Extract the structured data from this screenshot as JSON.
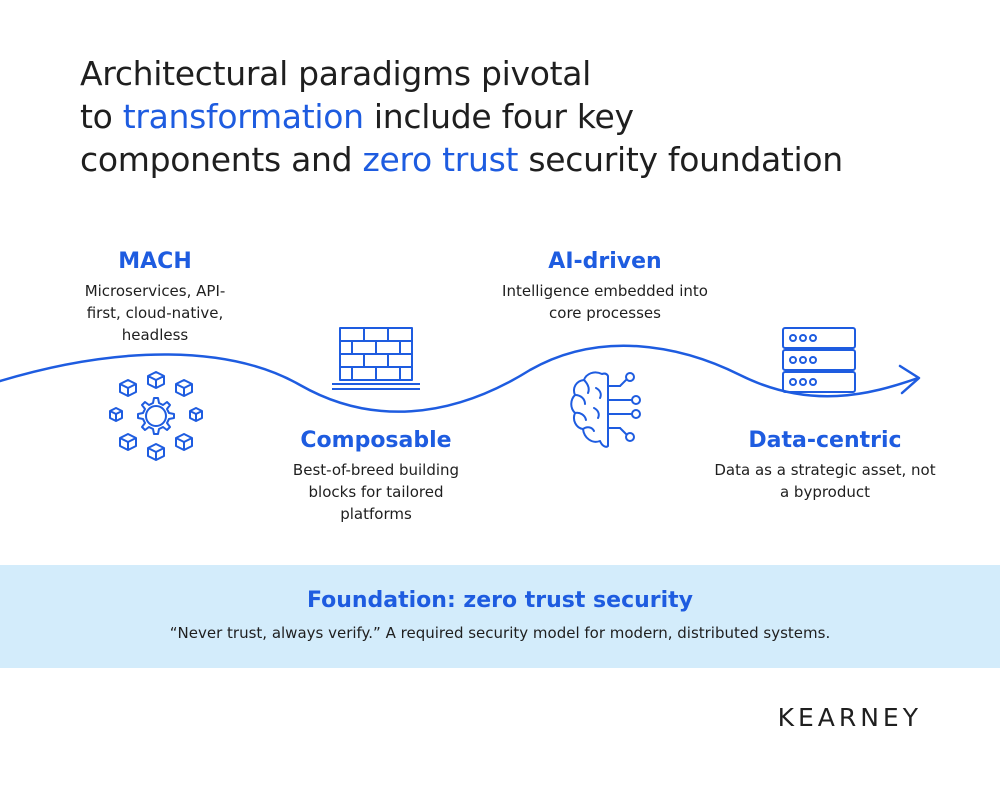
{
  "headline": {
    "line1": "Architectural paradigms pivotal",
    "line2_pre": "to ",
    "line2_highlight": "transformation",
    "line2_post": " include four key",
    "line3_pre": "components and ",
    "line3_highlight": "zero trust",
    "line3_post": " security foundation"
  },
  "components": [
    {
      "title": "MACH",
      "description": "Microservices, API-first, cloud-native, headless",
      "icon": "gear-with-cubes-icon"
    },
    {
      "title": "Composable",
      "description": "Best-of-breed building blocks for tailored platforms",
      "icon": "brick-wall-icon"
    },
    {
      "title": "AI-driven",
      "description": "Intelligence embedded into core processes",
      "icon": "brain-circuit-icon"
    },
    {
      "title": "Data-centric",
      "description": "Data as a strategic asset, not a byproduct",
      "icon": "server-stack-icon"
    }
  ],
  "foundation": {
    "title": "Foundation: zero trust security",
    "description": "“Never trust, always verify.” A required security model for modern, distributed systems."
  },
  "logo": "KEARNEY",
  "colors": {
    "accent": "#1e5ce0",
    "foundation_background": "#d3ecfb",
    "text": "#1f1f1f"
  }
}
